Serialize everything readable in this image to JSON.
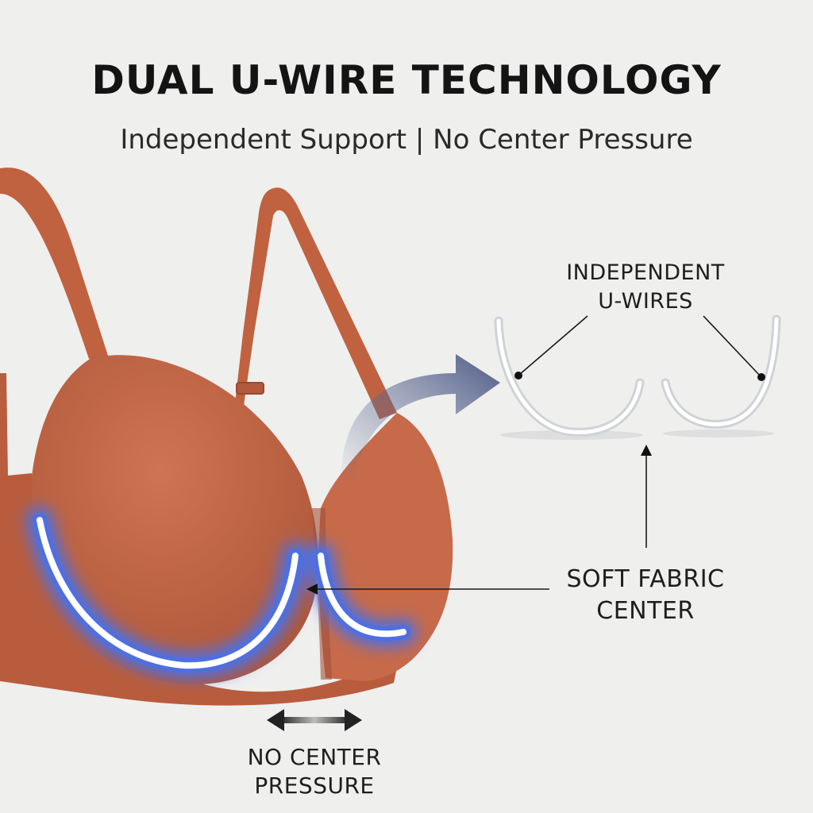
{
  "header": {
    "title": "DUAL U-WIRE TECHNOLOGY",
    "subtitle": "Independent Support | No Center Pressure"
  },
  "callouts": {
    "independent_wires": [
      "INDEPENDENT",
      "U-WIRES"
    ],
    "soft_center": [
      "SOFT FABRIC",
      "CENTER"
    ],
    "no_pressure": [
      "NO CENTER",
      "PRESSURE"
    ]
  },
  "colors": {
    "background": "#efefee",
    "fabric": "#c26748",
    "fabric_shadow": "#a9533a",
    "wire_glow": "#4f6fe0",
    "wire_core": "#ffffff",
    "arrow": "#5a6690",
    "text": "#141414"
  }
}
